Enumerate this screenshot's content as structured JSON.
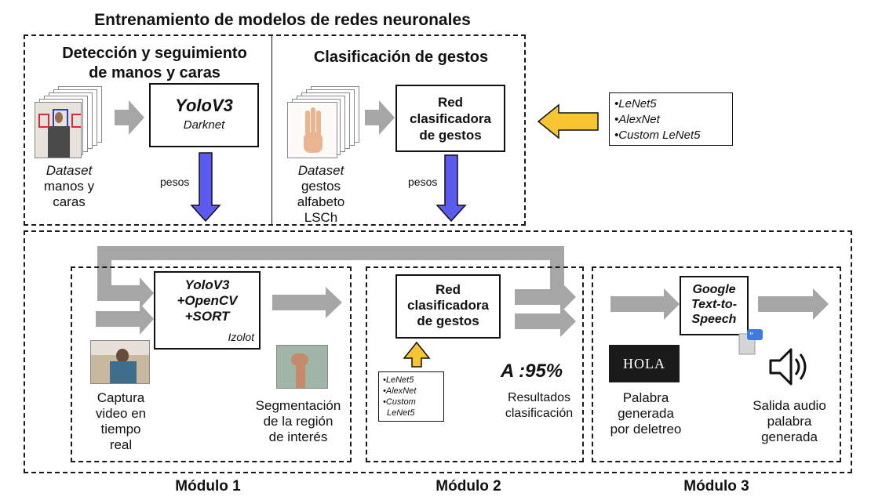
{
  "header": {
    "title": "Entrenamiento de modelos de redes neuronales"
  },
  "training": {
    "left": {
      "title_line1": "Detección y seguimiento",
      "title_line2": "de manos y caras",
      "model_name": "YoloV3",
      "model_framework": "Darknet",
      "dataset_word": "Dataset",
      "dataset_line2": "manos y",
      "dataset_line3": "caras",
      "weights_label": "pesos"
    },
    "right": {
      "title": "Clasificación de gestos",
      "classifier_line1": "Red",
      "classifier_line2": "clasificadora",
      "classifier_line3": "de gestos",
      "dataset_word": "Dataset",
      "dataset_line2": "gestos",
      "dataset_line3": "alfabeto",
      "dataset_line4": "LSCh",
      "weights_label": "pesos"
    },
    "model_list": [
      "LeNet5",
      "AlexNet",
      "Custom LeNet5"
    ]
  },
  "modules": {
    "m1": {
      "label": "Módulo 1",
      "box_line1": "YoloV3",
      "box_line2": "+OpenCV",
      "box_line3": "+SORT",
      "box_sub": "Izolot",
      "capture_line1": "Captura",
      "capture_line2": "video en",
      "capture_line3": "tiempo",
      "capture_line4": "real",
      "seg_line1": "Segmentación",
      "seg_line2": "de la región",
      "seg_line3": "de interés"
    },
    "m2": {
      "label": "Módulo 2",
      "classifier_line1": "Red",
      "classifier_line2": "clasificadora",
      "classifier_line3": "de gestos",
      "model_list": [
        "LeNet5",
        "AlexNet",
        "Custom",
        "LeNet5"
      ],
      "accuracy": "A :95%",
      "results_line1": "Resultados",
      "results_line2": "clasificación"
    },
    "m3": {
      "label": "Módulo 3",
      "tts_line1": "Google",
      "tts_line2": "Text-to-",
      "tts_line3": "Speech",
      "hola": "HOLA",
      "word_line1": "Palabra",
      "word_line2": "generada",
      "word_line3": "por deletreo",
      "audio_line1": "Salida audio",
      "audio_line2": "palabra",
      "audio_line3": "generada"
    }
  },
  "colors": {
    "gray_arrow": "#a6a6a6",
    "blue_arrow": "#5b5bf0",
    "yellow_arrow": "#f7c531",
    "hola_bg": "#1a1a1a"
  }
}
